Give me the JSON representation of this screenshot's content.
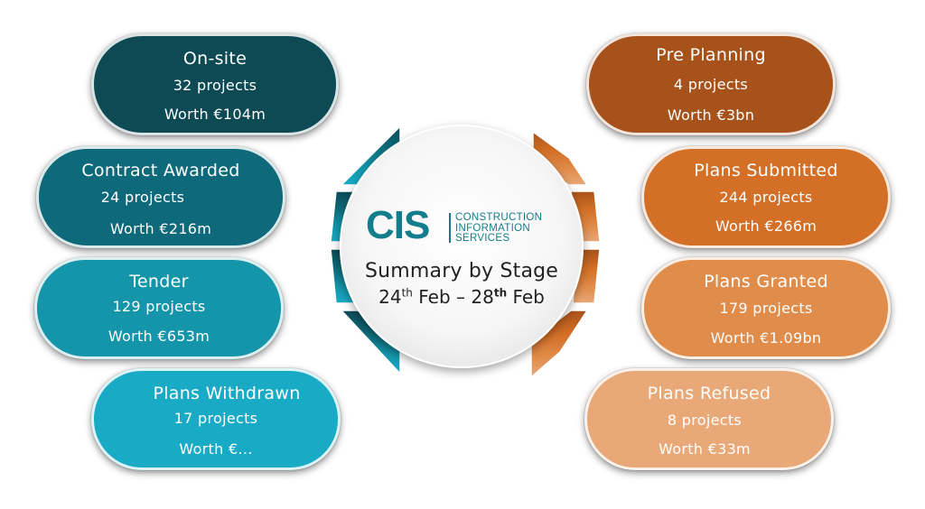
{
  "colors": {
    "on_site": "#0d4a54",
    "contract_awarded": "#0e6a7a",
    "tender": "#1495aa",
    "plans_withdrawn": "#19abc6",
    "pre_planning": "#a6521a",
    "plans_submitted": "#d36f26",
    "plans_granted": "#e08c4a",
    "plans_refused": "#e9a877",
    "logo": "#137d8c"
  },
  "hub": {
    "logo_text": "CIS",
    "logo_line1": "CONSTRUCTION",
    "logo_line2": "INFORMATION",
    "logo_line3": "SERVICES",
    "title": "Summary by Stage",
    "date_start_day": "24",
    "date_start_suffix": "th",
    "date_start_month": "Feb",
    "date_separator": "–",
    "date_end_day": "28",
    "date_end_suffix": "th",
    "date_end_month": "Feb"
  },
  "stages": {
    "on_site": {
      "title": "On-site",
      "count": "32 projects",
      "worth": "Worth €104m"
    },
    "contract_awarded": {
      "title": "Contract Awarded",
      "count": "24 projects",
      "worth": "Worth €216m"
    },
    "tender": {
      "title": "Tender",
      "count": "129 projects",
      "worth": "Worth €653m"
    },
    "plans_withdrawn": {
      "title": "Plans Withdrawn",
      "count": "17 projects",
      "worth": "Worth €..."
    },
    "pre_planning": {
      "title": "Pre Planning",
      "count": "4 projects",
      "worth": "Worth €3bn"
    },
    "plans_submitted": {
      "title": "Plans Submitted",
      "count": "244 projects",
      "worth": "Worth €266m"
    },
    "plans_granted": {
      "title": "Plans Granted",
      "count": "179 projects",
      "worth": "Worth €1.09bn"
    },
    "plans_refused": {
      "title": "Plans Refused",
      "count": "8 projects",
      "worth": "Worth €33m"
    }
  }
}
